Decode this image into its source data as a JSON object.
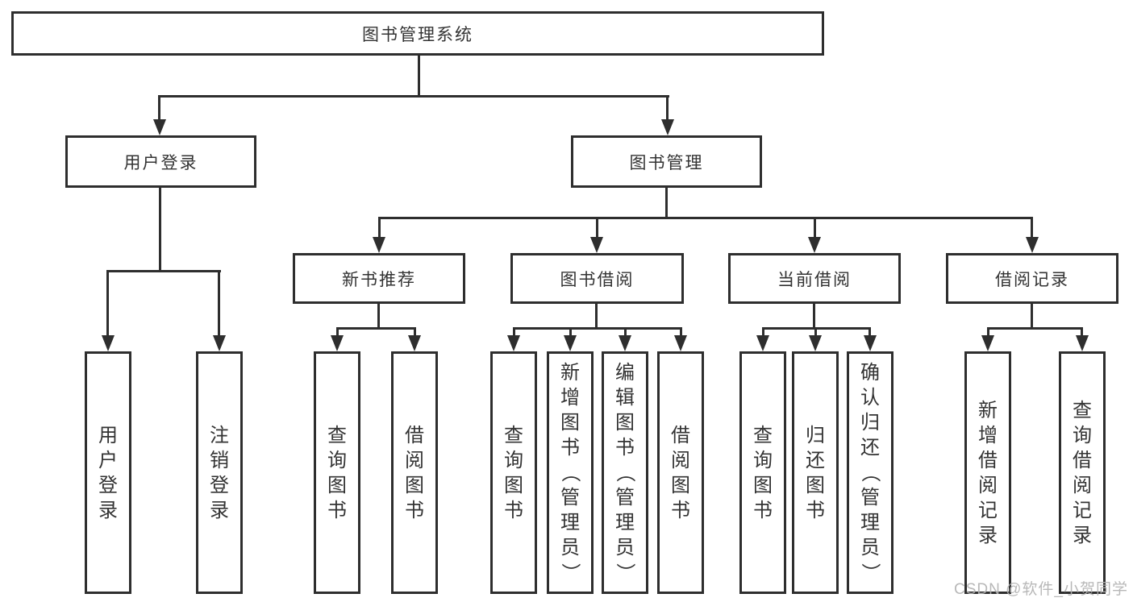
{
  "diagram": {
    "root": {
      "label": "图书管理系统"
    },
    "branches": {
      "user_login": {
        "label": "用户登录",
        "children": {
          "login": {
            "label": "用户登录"
          },
          "logout": {
            "label": "注销登录"
          }
        }
      },
      "book_mgmt": {
        "label": "图书管理",
        "children": {
          "new_book": {
            "label": "新书推荐",
            "children": {
              "query": {
                "label": "查询图书"
              },
              "borrow": {
                "label": "借阅图书"
              }
            }
          },
          "borrowing": {
            "label": "图书借阅",
            "children": {
              "query": {
                "label": "查询图书"
              },
              "add": {
                "label": "新增图书（管理员）"
              },
              "edit": {
                "label": "编辑图书（管理员）"
              },
              "borrow": {
                "label": "借阅图书"
              }
            }
          },
          "current": {
            "label": "当前借阅",
            "children": {
              "query": {
                "label": "查询图书"
              },
              "return": {
                "label": "归还图书"
              },
              "confirm": {
                "label": "确认归还（管理员）"
              }
            }
          },
          "records": {
            "label": "借阅记录",
            "children": {
              "add": {
                "label": "新增借阅记录"
              },
              "query": {
                "label": "查询借阅记录"
              }
            }
          }
        }
      }
    }
  },
  "watermark": {
    "text": "CSDN @软件_小贺同学"
  },
  "colors": {
    "line": "#2e2e2e",
    "text": "#333333",
    "background": "#ffffff",
    "watermark": "#b2b2b2"
  }
}
